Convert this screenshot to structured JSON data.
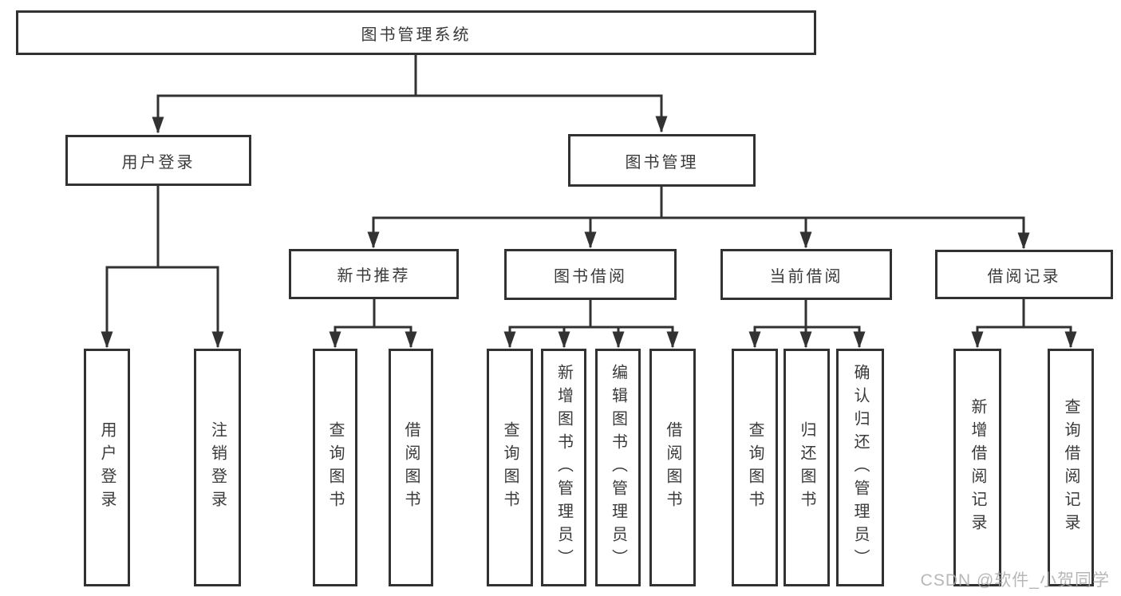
{
  "tree": {
    "label": "图书管理系统",
    "children": [
      {
        "label": "用户登录",
        "children": [
          {
            "label": "用户登录"
          },
          {
            "label": "注销登录"
          }
        ]
      },
      {
        "label": "图书管理",
        "children": [
          {
            "label": "新书推荐",
            "children": [
              {
                "label": "查询图书"
              },
              {
                "label": "借阅图书"
              }
            ]
          },
          {
            "label": "图书借阅",
            "children": [
              {
                "label": "查询图书"
              },
              {
                "label": "新增图书（管理员）"
              },
              {
                "label": "编辑图书（管理员）"
              },
              {
                "label": "借阅图书"
              }
            ]
          },
          {
            "label": "当前借阅",
            "children": [
              {
                "label": "查询图书"
              },
              {
                "label": "归还图书"
              },
              {
                "label": "确认归还（管理员）"
              }
            ]
          },
          {
            "label": "借阅记录",
            "children": [
              {
                "label": "新增借阅记录"
              },
              {
                "label": "查询借阅记录"
              }
            ]
          }
        ]
      }
    ]
  },
  "watermark": "CSDN @软件_小贺同学",
  "colors": {
    "line": "#323232",
    "text": "#3a3a3a",
    "watermark": "#ababab",
    "background": "#ffffff"
  }
}
